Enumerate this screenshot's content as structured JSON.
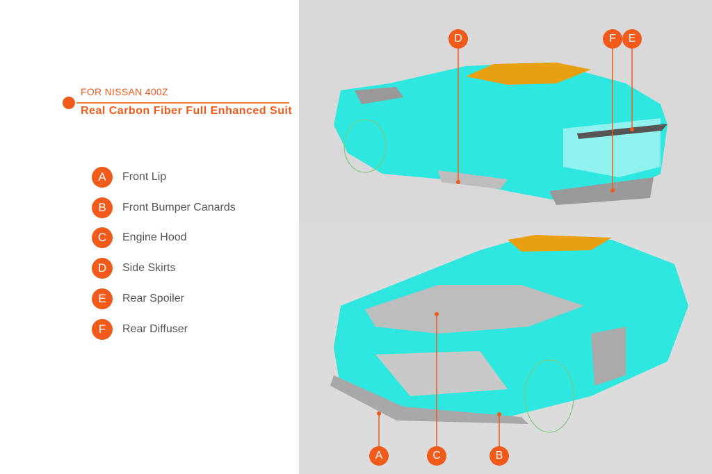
{
  "header": {
    "subtitle": "FOR NISSAN 400Z",
    "title": "Real Carbon Fiber Full Enhanced Suit"
  },
  "parts": [
    {
      "letter": "A",
      "label": "Front  Lip"
    },
    {
      "letter": "B",
      "label": "Front Bumper Canards"
    },
    {
      "letter": "C",
      "label": "Engine Hood"
    },
    {
      "letter": "D",
      "label": "Side Skirts"
    },
    {
      "letter": "E",
      "label": "Rear Spoiler"
    },
    {
      "letter": "F",
      "label": "Rear  Diffuser"
    }
  ],
  "colors": {
    "accent": "#f05a1a",
    "body": "#2ee8e0",
    "roof": "#e8a010",
    "carbon": "#bdbdbd"
  }
}
